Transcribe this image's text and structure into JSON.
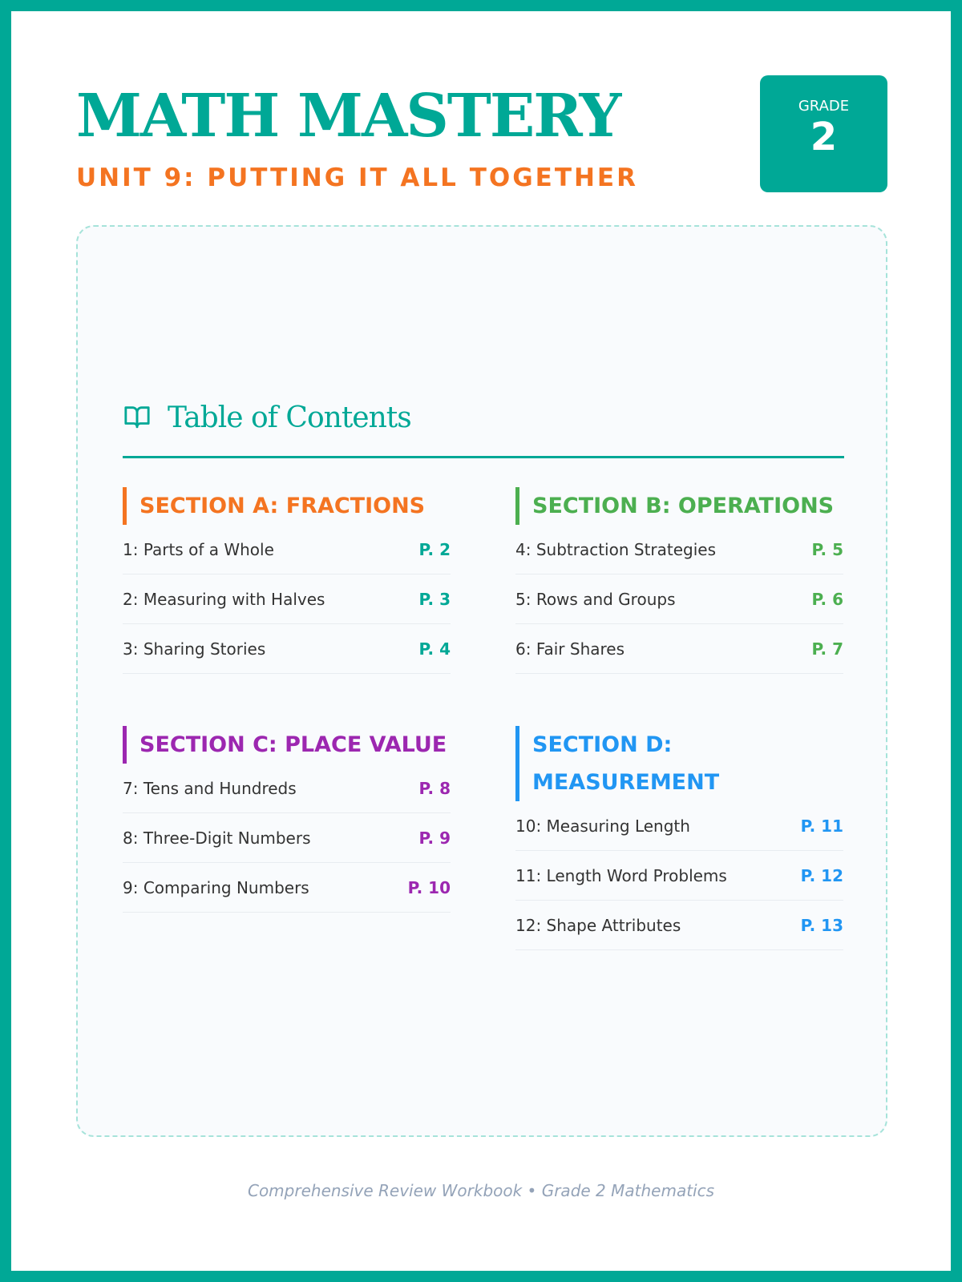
{
  "header": {
    "title": "MATH MASTERY",
    "subtitle": "UNIT 9: PUTTING IT ALL TOGETHER",
    "grade_label": "GRADE",
    "grade_value": "2"
  },
  "toc": {
    "title": "Table of Contents",
    "icon": "book-open-icon",
    "sections": [
      {
        "title": "SECTION A: FRACTIONS",
        "color": "#f47421",
        "page_color": "#00a896",
        "items": [
          {
            "label": "1: Parts of a Whole",
            "page": "P. 2"
          },
          {
            "label": "2: Measuring with Halves",
            "page": "P. 3"
          },
          {
            "label": "3: Sharing Stories",
            "page": "P. 4"
          }
        ]
      },
      {
        "title": "SECTION B: OPERATIONS",
        "color": "#4caf50",
        "page_color": "#4caf50",
        "items": [
          {
            "label": "4: Subtraction Strategies",
            "page": "P. 5"
          },
          {
            "label": "5: Rows and Groups",
            "page": "P. 6"
          },
          {
            "label": "6: Fair Shares",
            "page": "P. 7"
          }
        ]
      },
      {
        "title": "SECTION C: PLACE VALUE",
        "color": "#9c27b0",
        "page_color": "#9c27b0",
        "items": [
          {
            "label": "7: Tens and Hundreds",
            "page": "P. 8"
          },
          {
            "label": "8: Three-Digit Numbers",
            "page": "P. 9"
          },
          {
            "label": "9: Comparing Numbers",
            "page": "P. 10"
          }
        ]
      },
      {
        "title": "SECTION D: MEASUREMENT",
        "color": "#2196f3",
        "page_color": "#2196f3",
        "items": [
          {
            "label": "10: Measuring Length",
            "page": "P. 11"
          },
          {
            "label": "11: Length Word Problems",
            "page": "P. 12"
          },
          {
            "label": "12: Shape Attributes",
            "page": "P. 13"
          }
        ]
      }
    ]
  },
  "footer": "Comprehensive Review Workbook • Grade 2 Mathematics"
}
